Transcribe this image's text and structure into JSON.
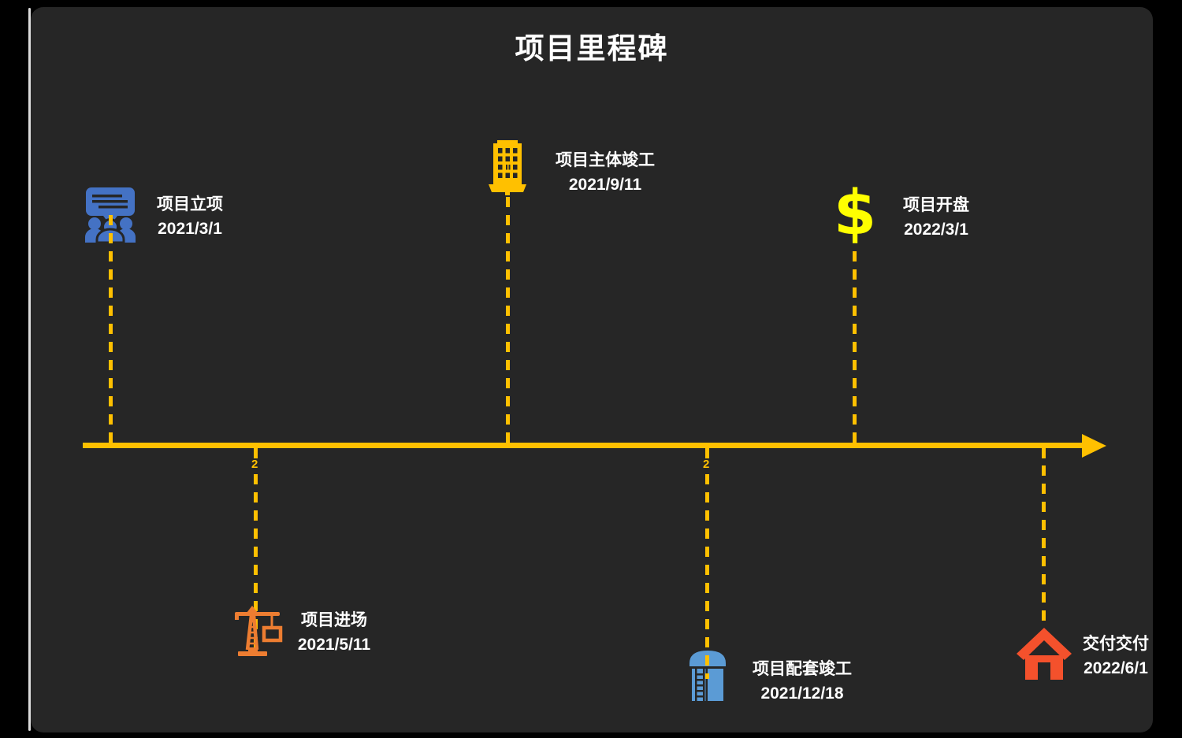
{
  "title": "项目里程碑",
  "slide": {
    "background": "#262626",
    "accent": "#FFC000",
    "title_color": "#FFFFFF"
  },
  "milestones": [
    {
      "name": "项目立项",
      "date": "2021/3/1",
      "side": "top",
      "icon": "meeting-icon",
      "color": "#4472C4"
    },
    {
      "name": "项目进场",
      "date": "2021/5/11",
      "side": "bottom",
      "icon": "crane-icon",
      "color": "#ED7D31"
    },
    {
      "name": "项目主体竣工",
      "date": "2021/9/11",
      "side": "top",
      "icon": "building-icon",
      "color": "#FFC000"
    },
    {
      "name": "项目配套竣工",
      "date": "2021/12/18",
      "side": "bottom",
      "icon": "tower-icon",
      "color": "#5B9BD5"
    },
    {
      "name": "项目开盘",
      "date": "2022/3/1",
      "side": "top",
      "icon": "dollar-icon",
      "glyph": "$",
      "color": "#FFFF00"
    },
    {
      "name": "交付交付",
      "date": "2022/6/1",
      "side": "bottom",
      "icon": "house-icon",
      "color": "#F4512C"
    }
  ],
  "axis_artifacts": {
    "a0": "2",
    "a1": "2"
  }
}
